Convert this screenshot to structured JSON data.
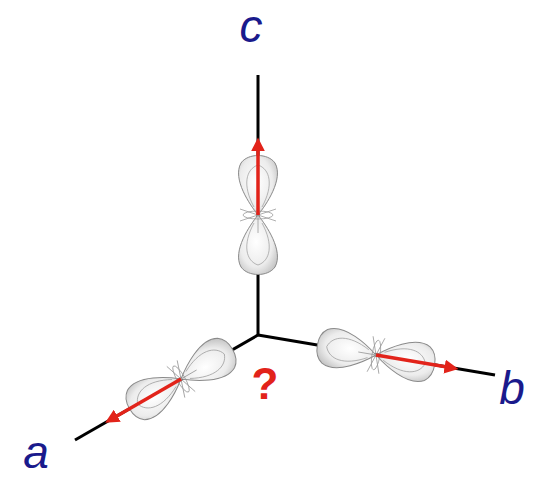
{
  "diagram": {
    "labels": [
      "c",
      "a",
      "b",
      "?"
    ]
  }
}
